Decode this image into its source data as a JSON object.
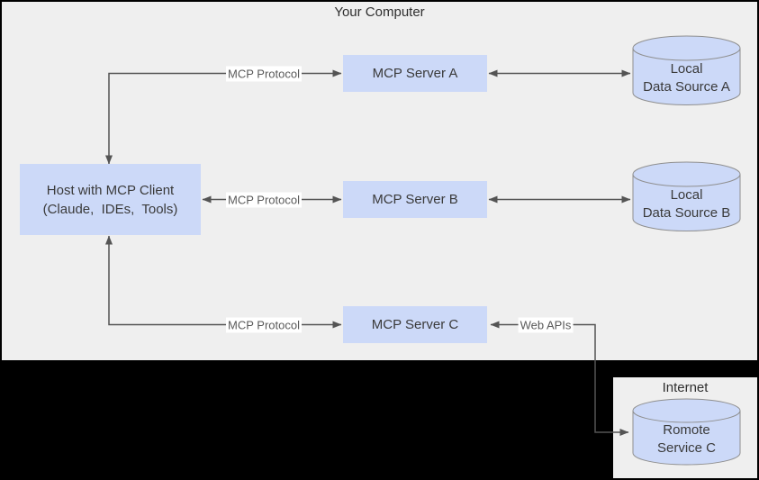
{
  "diagram": {
    "computer_group_title": "Your Computer",
    "internet_group_title": "Internet",
    "host": {
      "line1": "Host with MCP Client",
      "line2": "(Claude,  IDEs,  Tools)"
    },
    "servers": [
      {
        "label": "MCP Server A"
      },
      {
        "label": "MCP Server B"
      },
      {
        "label": "MCP Server C"
      }
    ],
    "data_sources": [
      {
        "line1": "Local",
        "line2": "Data Source A"
      },
      {
        "line1": "Local",
        "line2": "Data Source B"
      }
    ],
    "remote_service": {
      "line1": "Romote",
      "line2": "Service C"
    },
    "edge_labels": {
      "protocol_a": "MCP Protocol",
      "protocol_b": "MCP Protocol",
      "protocol_c": "MCP Protocol",
      "web_apis": "Web APIs"
    },
    "colors": {
      "page_background": "#000000",
      "group_background": "#efefef",
      "node_fill": "#ccd9f8",
      "cylinder_stroke": "#8f8f8f",
      "line": "#545454",
      "text": "#3a3a3a",
      "edge_label_text": "#5a5a5a"
    }
  }
}
